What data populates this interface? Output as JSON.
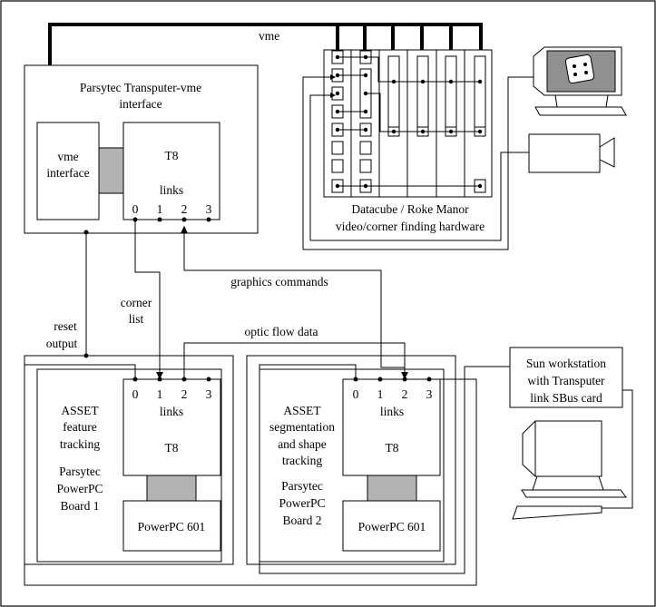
{
  "bus": {
    "label": "vme"
  },
  "transputer_vme_interface": {
    "title_line1": "Parsytec Transputer-vme",
    "title_line2": "interface",
    "vme_interface_line1": "vme",
    "vme_interface_line2": "interface",
    "t8_label": "T8",
    "links_label": "links",
    "link_numbers": [
      "0",
      "1",
      "2",
      "3"
    ]
  },
  "datacube": {
    "caption_line1": "Datacube / Roke Manor",
    "caption_line2": "video/corner finding hardware"
  },
  "connections": {
    "graphics_commands": "graphics commands",
    "corner_list_line1": "corner",
    "corner_list_line2": "list",
    "reset_output_line1": "reset",
    "reset_output_line2": "output",
    "optic_flow_data": "optic flow data"
  },
  "board1": {
    "app_line1": "ASSET",
    "app_line2": "feature",
    "app_line3": "tracking",
    "board_line1": "Parsytec",
    "board_line2": "PowerPC",
    "board_line3": "Board 1",
    "link_numbers": [
      "0",
      "1",
      "2",
      "3"
    ],
    "links_label": "links",
    "t8_label": "T8",
    "cpu_label": "PowerPC 601"
  },
  "board2": {
    "app_line1": "ASSET",
    "app_line2": "segmentation",
    "app_line3": "and shape",
    "app_line4": "tracking",
    "board_line1": "Parsytec",
    "board_line2": "PowerPC",
    "board_line3": "Board 2",
    "link_numbers": [
      "0",
      "1",
      "2",
      "3"
    ],
    "links_label": "links",
    "t8_label": "T8",
    "cpu_label": "PowerPC 601"
  },
  "sun": {
    "line1": "Sun workstation",
    "line2": "with Transputer",
    "line3": "link SBus card"
  },
  "colors": {
    "connector_fill": "#b3b3b3",
    "screen_fill": "#909090",
    "line": "#000000"
  }
}
